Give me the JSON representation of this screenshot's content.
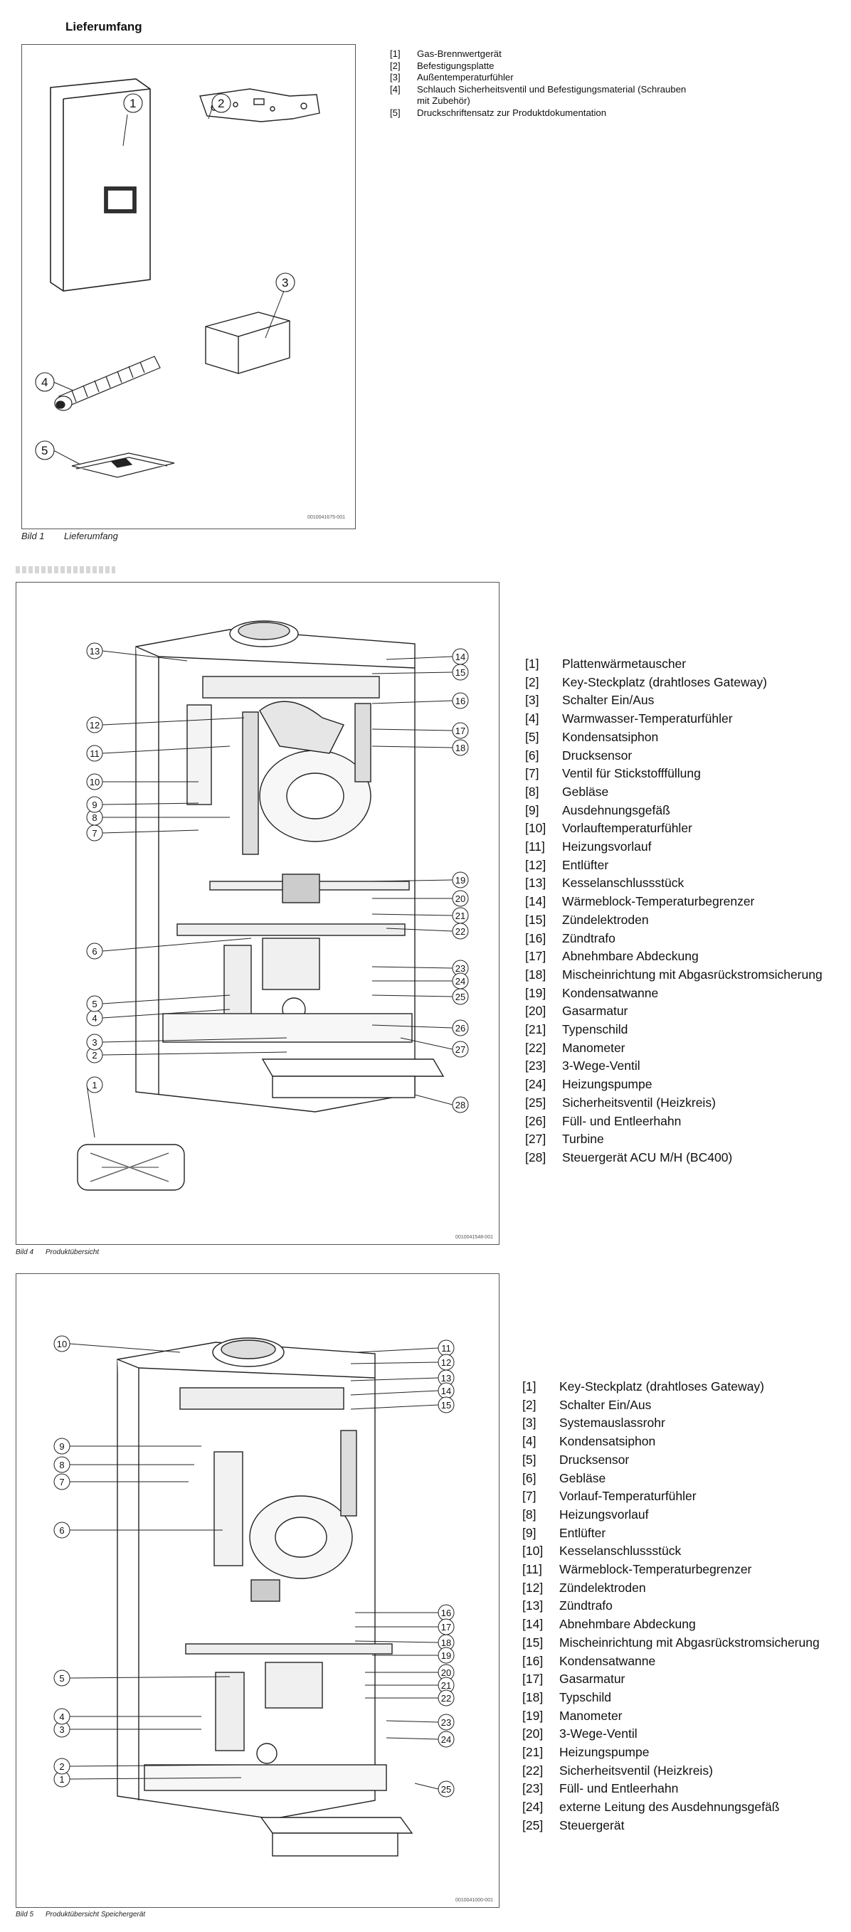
{
  "section1": {
    "title": "Lieferumfang",
    "figure_code": "0010041675-001",
    "callouts": [
      "1",
      "2",
      "3",
      "4",
      "5"
    ],
    "caption_number": "Bild 1",
    "caption_text": "Lieferumfang",
    "legend": [
      {
        "num": "[1]",
        "text": "Gas-Brennwertgerät"
      },
      {
        "num": "[2]",
        "text": "Befestigungsplatte"
      },
      {
        "num": "[3]",
        "text": "Außentemperaturfühler"
      },
      {
        "num": "[4]",
        "text": "Schlauch Sicherheitsventil und Befestigungsmaterial (Schrauben",
        "cont": "mit Zubehör)"
      },
      {
        "num": "[5]",
        "text": "Druckschriftensatz zur Produktdokumentation"
      }
    ]
  },
  "section2": {
    "figure_code": "0010041548-001",
    "caption_number": "Bild 4",
    "caption_text": "Produktübersicht",
    "callouts": [
      "1",
      "2",
      "3",
      "4",
      "5",
      "6",
      "7",
      "8",
      "9",
      "10",
      "11",
      "12",
      "13",
      "14",
      "15",
      "16",
      "17",
      "18",
      "19",
      "20",
      "21",
      "22",
      "23",
      "24",
      "25",
      "26",
      "27",
      "28"
    ],
    "legend": [
      {
        "num": "[1]",
        "text": "Plattenwärmetauscher"
      },
      {
        "num": "[2]",
        "text": "Key-Steckplatz (drahtloses Gateway)"
      },
      {
        "num": "[3]",
        "text": "Schalter Ein/Aus"
      },
      {
        "num": "[4]",
        "text": "Warmwasser-Temperaturfühler"
      },
      {
        "num": "[5]",
        "text": "Kondensatsiphon"
      },
      {
        "num": "[6]",
        "text": "Drucksensor"
      },
      {
        "num": "[7]",
        "text": "Ventil für Stickstofffüllung"
      },
      {
        "num": "[8]",
        "text": "Gebläse"
      },
      {
        "num": "[9]",
        "text": "Ausdehnungsgefäß"
      },
      {
        "num": "[10]",
        "text": "Vorlauftemperaturfühler"
      },
      {
        "num": "[11]",
        "text": "Heizungsvorlauf"
      },
      {
        "num": "[12]",
        "text": "Entlüfter"
      },
      {
        "num": "[13]",
        "text": "Kesselanschlussstück"
      },
      {
        "num": "[14]",
        "text": "Wärmeblock-Temperaturbegrenzer"
      },
      {
        "num": "[15]",
        "text": "Zündelektroden"
      },
      {
        "num": "[16]",
        "text": "Zündtrafo"
      },
      {
        "num": "[17]",
        "text": "Abnehmbare Abdeckung"
      },
      {
        "num": "[18]",
        "text": "Mischeinrichtung mit Abgasrückstromsicherung"
      },
      {
        "num": "[19]",
        "text": "Kondensatwanne"
      },
      {
        "num": "[20]",
        "text": "Gasarmatur"
      },
      {
        "num": "[21]",
        "text": "Typenschild"
      },
      {
        "num": "[22]",
        "text": "Manometer"
      },
      {
        "num": "[23]",
        "text": "3-Wege-Ventil"
      },
      {
        "num": "[24]",
        "text": "Heizungspumpe"
      },
      {
        "num": "[25]",
        "text": "Sicherheitsventil (Heizkreis)"
      },
      {
        "num": "[26]",
        "text": "Füll- und Entleerhahn"
      },
      {
        "num": "[27]",
        "text": "Turbine"
      },
      {
        "num": "[28]",
        "text": "Steuergerät ACU M/H (BC400)"
      }
    ]
  },
  "section3": {
    "figure_code": "0010041000-001",
    "caption_number": "Bild 5",
    "caption_text": "Produktübersicht Speichergerät",
    "callouts": [
      "1",
      "2",
      "3",
      "4",
      "5",
      "6",
      "7",
      "8",
      "9",
      "10",
      "11",
      "12",
      "13",
      "14",
      "15",
      "16",
      "17",
      "18",
      "19",
      "20",
      "21",
      "22",
      "23",
      "24",
      "25"
    ],
    "legend": [
      {
        "num": "[1]",
        "text": "Key-Steckplatz (drahtloses Gateway)"
      },
      {
        "num": "[2]",
        "text": "Schalter Ein/Aus"
      },
      {
        "num": "[3]",
        "text": "Systemauslassrohr"
      },
      {
        "num": "[4]",
        "text": "Kondensatsiphon"
      },
      {
        "num": "[5]",
        "text": "Drucksensor"
      },
      {
        "num": "[6]",
        "text": "Gebläse"
      },
      {
        "num": "[7]",
        "text": "Vorlauf-Temperaturfühler"
      },
      {
        "num": "[8]",
        "text": "Heizungsvorlauf"
      },
      {
        "num": "[9]",
        "text": "Entlüfter"
      },
      {
        "num": "[10]",
        "text": "Kesselanschlussstück"
      },
      {
        "num": "[11]",
        "text": "Wärmeblock-Temperaturbegrenzer"
      },
      {
        "num": "[12]",
        "text": "Zündelektroden"
      },
      {
        "num": "[13]",
        "text": "Zündtrafo"
      },
      {
        "num": "[14]",
        "text": "Abnehmbare Abdeckung"
      },
      {
        "num": "[15]",
        "text": "Mischeinrichtung mit Abgasrückstromsicherung"
      },
      {
        "num": "[16]",
        "text": "Kondensatwanne"
      },
      {
        "num": "[17]",
        "text": "Gasarmatur"
      },
      {
        "num": "[18]",
        "text": "Typschild"
      },
      {
        "num": "[19]",
        "text": "Manometer"
      },
      {
        "num": "[20]",
        "text": "3-Wege-Ventil"
      },
      {
        "num": "[21]",
        "text": "Heizungspumpe"
      },
      {
        "num": "[22]",
        "text": "Sicherheitsventil (Heizkreis)"
      },
      {
        "num": "[23]",
        "text": "Füll- und Entleerhahn"
      },
      {
        "num": "[24]",
        "text": "externe Leitung des Ausdehnungsgefäß"
      },
      {
        "num": "[25]",
        "text": "Steuergerät"
      }
    ]
  }
}
